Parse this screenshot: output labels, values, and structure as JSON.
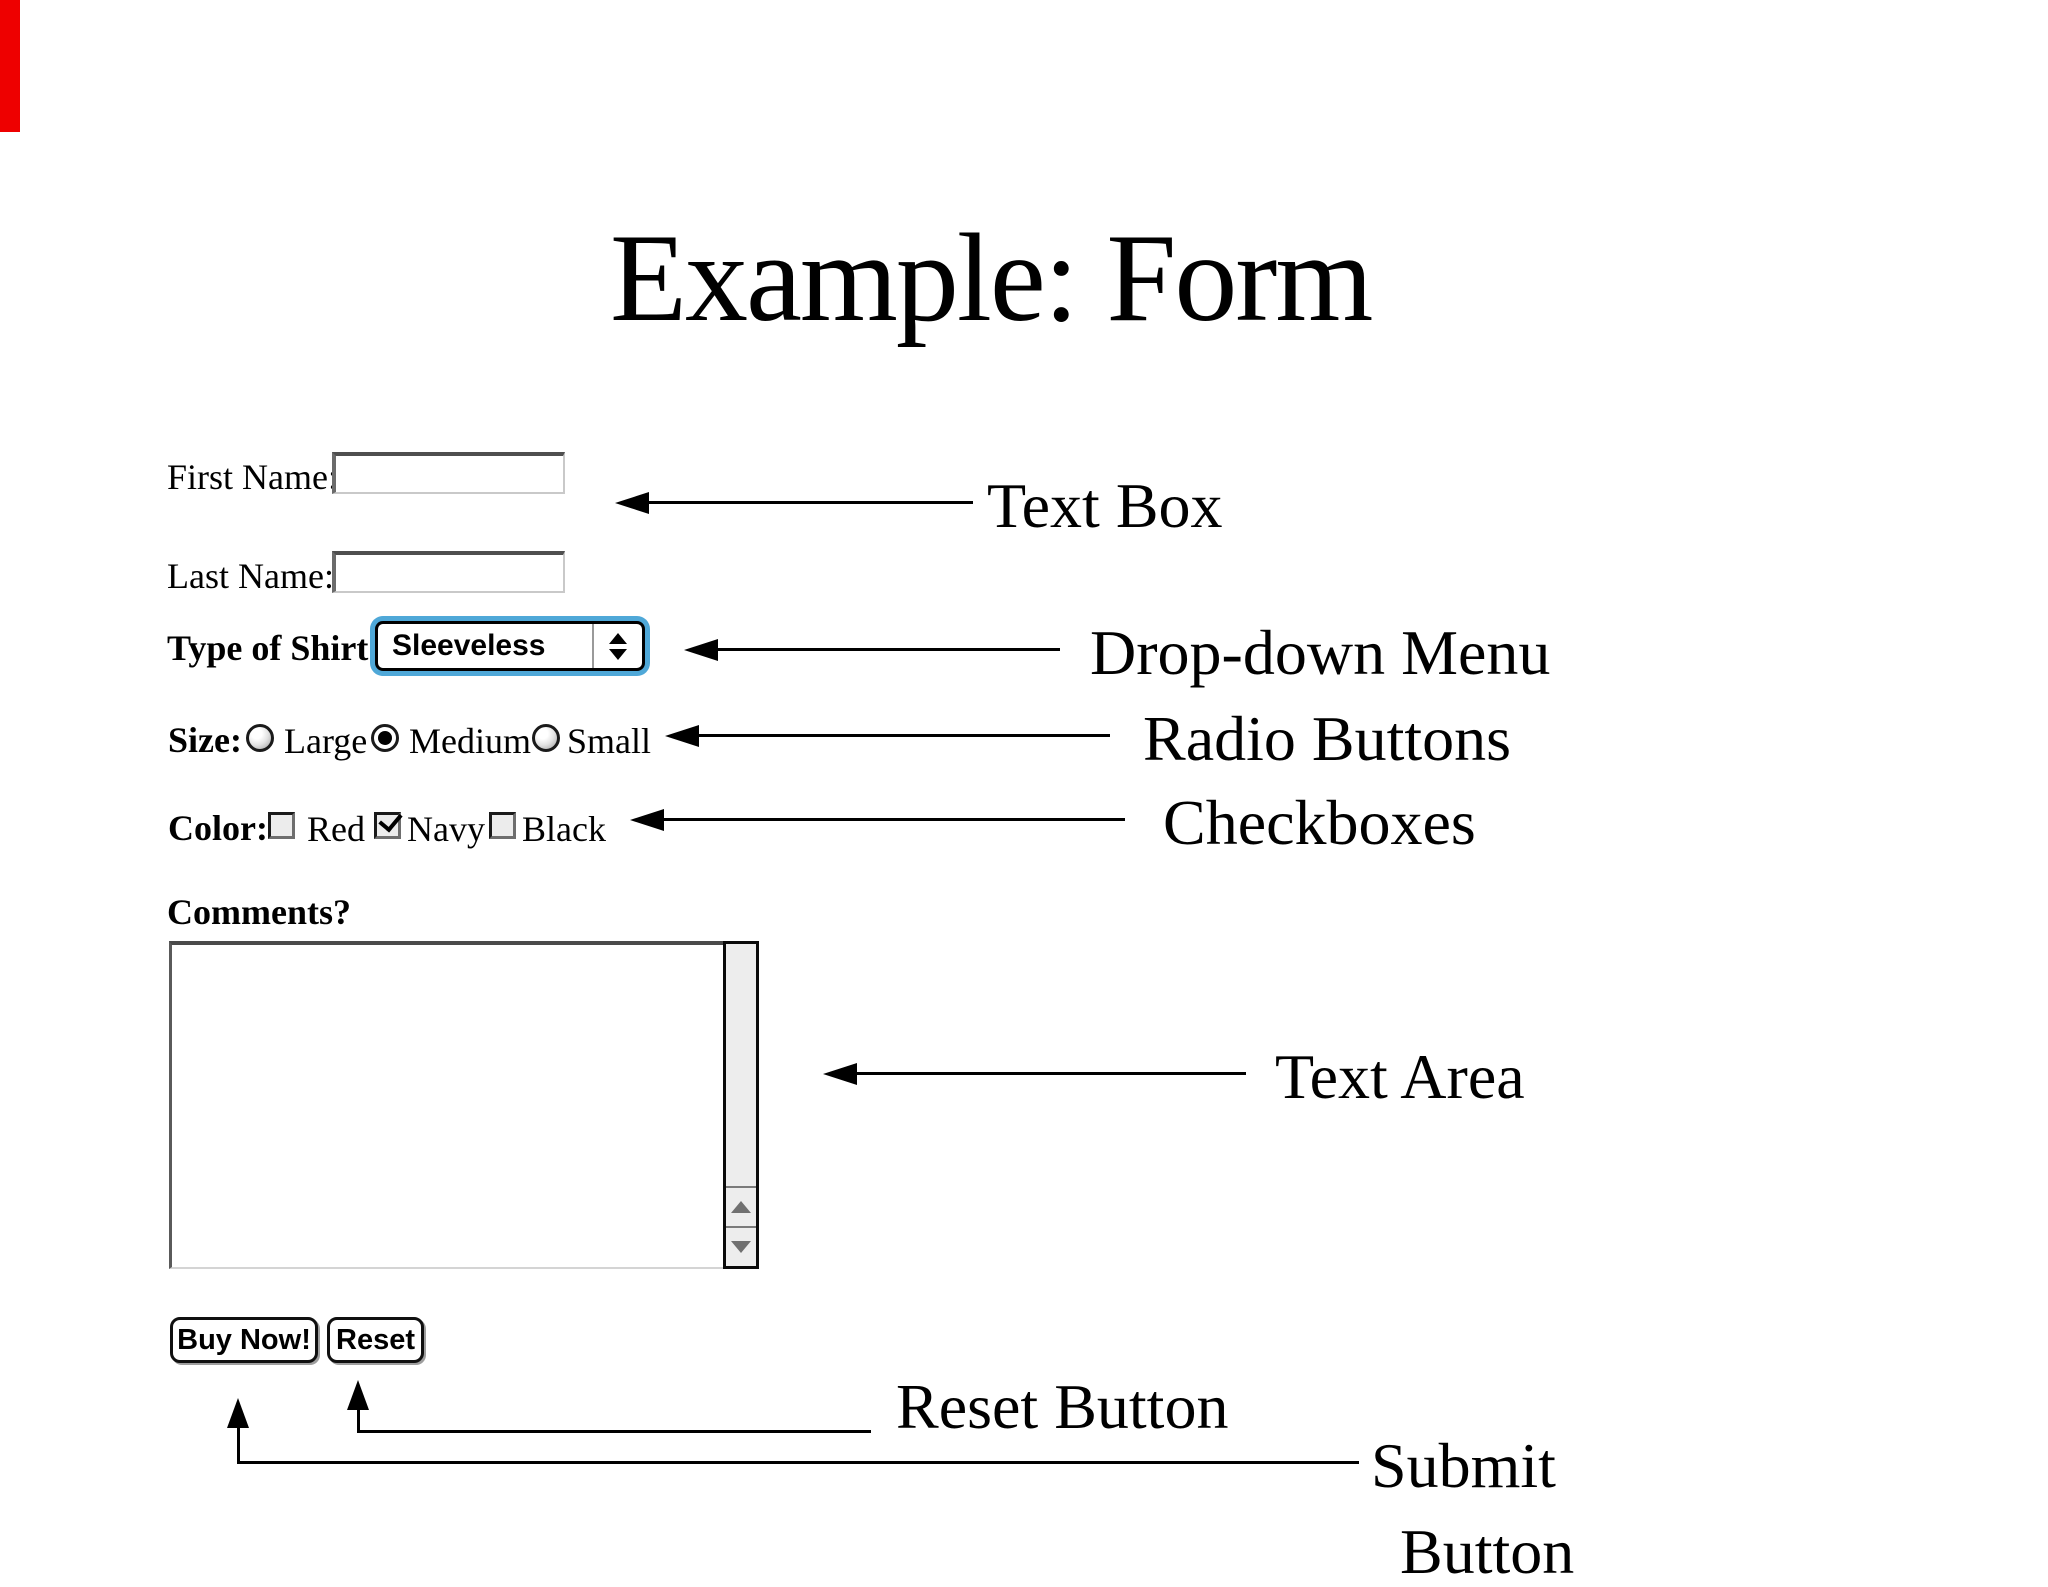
{
  "title": "Example: Form",
  "form": {
    "first_name": {
      "label": "First Name:",
      "value": ""
    },
    "last_name": {
      "label": "Last Name:",
      "value": ""
    },
    "shirt_type": {
      "label": "Type of Shirt:",
      "selected_option": "Sleeveless"
    },
    "size": {
      "label": "Size:",
      "options": [
        {
          "label": "Large",
          "selected": false
        },
        {
          "label": "Medium",
          "selected": true
        },
        {
          "label": "Small",
          "selected": false
        }
      ]
    },
    "color": {
      "label": "Color:",
      "options": [
        {
          "label": "Red",
          "checked": false
        },
        {
          "label": "Navy",
          "checked": true
        },
        {
          "label": "Black",
          "checked": false
        }
      ]
    },
    "comments": {
      "label": "Comments?",
      "value": ""
    },
    "buttons": {
      "submit_label": "Buy Now!",
      "reset_label": "Reset"
    }
  },
  "annotations": {
    "text_box": "Text Box",
    "dropdown": "Drop-down Menu",
    "radio": "Radio Buttons",
    "checkbox": "Checkboxes",
    "textarea": "Text Area",
    "reset": "Reset Button",
    "submit_line1": "Submit",
    "submit_line2": "Button"
  },
  "colors": {
    "dropdown_focus_ring": "#4FA8D8",
    "edge_marker": "#EE0000"
  }
}
